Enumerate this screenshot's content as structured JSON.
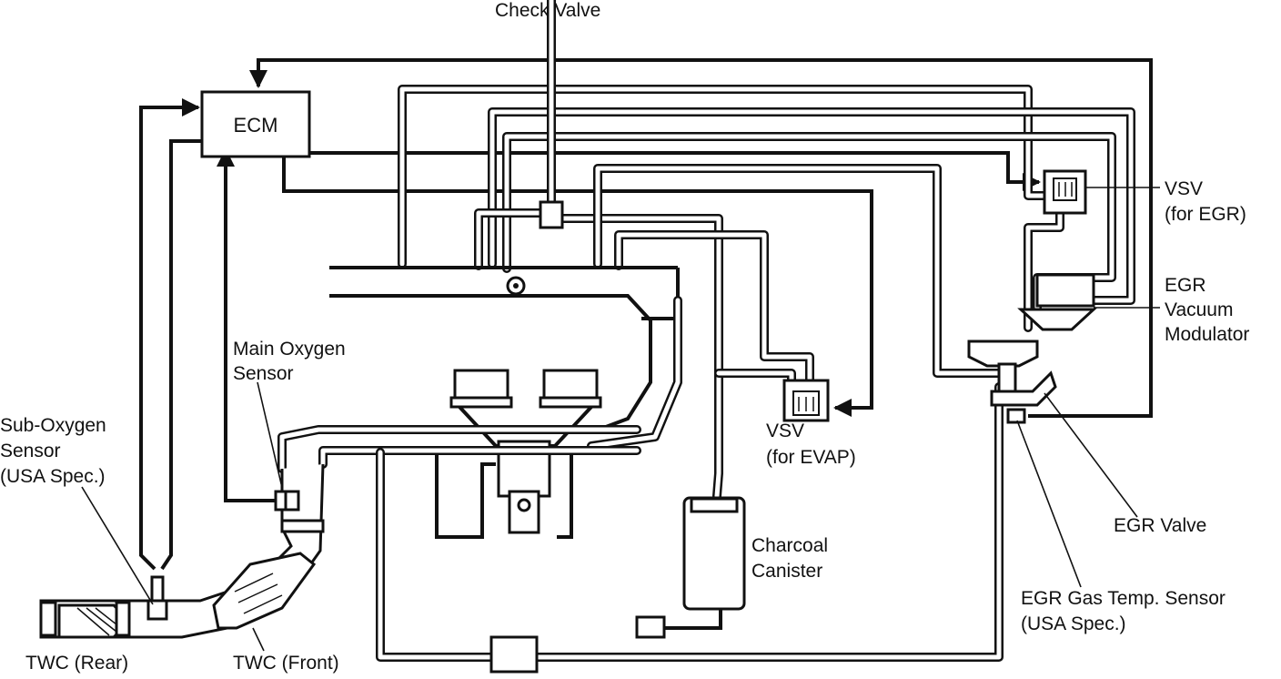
{
  "labels": {
    "check_valve": "Check Valve",
    "ecm": "ECM",
    "vsv_egr": [
      "VSV",
      "(for EGR)"
    ],
    "egr_vacuum_modulator": [
      "EGR",
      "Vacuum",
      "Modulator"
    ],
    "main_oxygen_sensor": [
      "Main Oxygen",
      "Sensor"
    ],
    "sub_oxygen_sensor": [
      "Sub-Oxygen",
      "Sensor",
      "(USA Spec.)"
    ],
    "vsv_evap": [
      "VSV",
      "(for EVAP)"
    ],
    "charcoal_canister": [
      "Charcoal",
      "Canister"
    ],
    "egr_valve": "EGR Valve",
    "egr_gas_temp_sensor": [
      "EGR Gas Temp. Sensor",
      "(USA Spec.)"
    ],
    "twc_rear": "TWC (Rear)",
    "twc_front": "TWC (Front)"
  }
}
